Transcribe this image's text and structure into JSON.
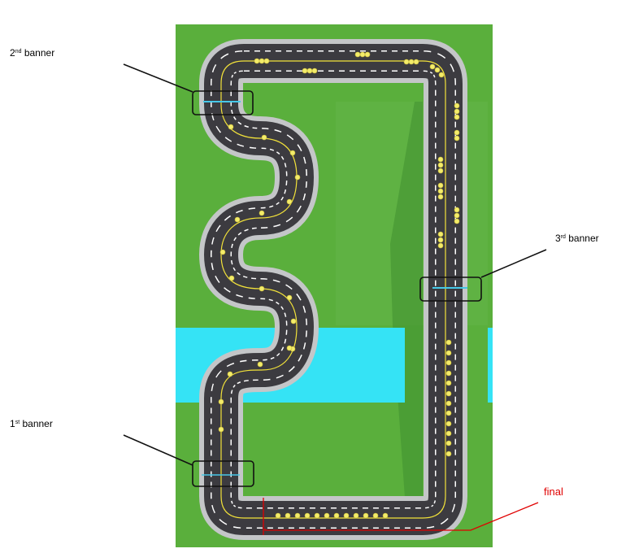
{
  "labels": {
    "banner1": {
      "num": "1",
      "suffix": "st",
      "text": " banner"
    },
    "banner2": {
      "num": "2",
      "suffix": "nd",
      "text": " banner"
    },
    "banner3": {
      "num": "3",
      "suffix": "rd",
      "text": " banner"
    },
    "final": "final"
  },
  "colors": {
    "grass": "#5aaf3c",
    "water": "#35e3f5",
    "asphalt": "#3c3b40",
    "curb": "#c4c6c8",
    "center_line": "#f2e23a",
    "banner": "#46c8e8",
    "final_marker": "#e00000"
  }
}
